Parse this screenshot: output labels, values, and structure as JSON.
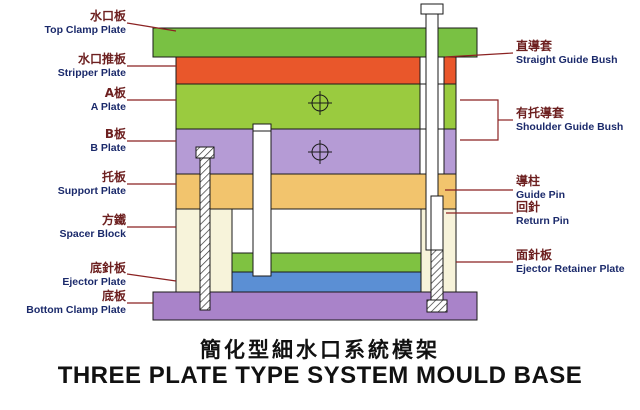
{
  "title": {
    "zh": "簡化型細水口系統模架",
    "en": "THREE PLATE TYPE SYSTEM MOULD BASE"
  },
  "left_labels": [
    {
      "zh": "水口板",
      "en": "Top Clamp Plate"
    },
    {
      "zh": "水口推板",
      "en": "Stripper Plate"
    },
    {
      "zh": "A板",
      "en": "A Plate"
    },
    {
      "zh": "B板",
      "en": "B Plate"
    },
    {
      "zh": "托板",
      "en": "Support Plate"
    },
    {
      "zh": "方鐵",
      "en": "Spacer Block"
    },
    {
      "zh": "底針板",
      "en": "Ejector Plate"
    },
    {
      "zh": "底板",
      "en": "Bottom Clamp Plate"
    }
  ],
  "right_labels": [
    {
      "zh": "直導套",
      "en": "Straight Guide Bush"
    },
    {
      "zh": "有托導套",
      "en": "Shoulder Guide Bush"
    },
    {
      "zh": "導柱",
      "en": "Guide Pin"
    },
    {
      "zh": "回針",
      "en": "Return Pin"
    },
    {
      "zh": "面針板",
      "en": "Ejector Retainer Plate"
    }
  ],
  "colors": {
    "cTopClamp": "#79c143",
    "cStripper": "#e9572b",
    "cAPlate": "#9acb3f",
    "cBPlate": "#b59bd5",
    "cSupport": "#f2c46d",
    "cSpacer": "#f7f3da",
    "cRetainer": "#7fc241",
    "cEjector": "#5b8fd4",
    "cBottomClamp": "#a983c9",
    "cLeader": "#8b2222",
    "cZh": "#6d2020",
    "cEn": "#1b2a6b",
    "cOutline": "#1a1a1a"
  }
}
